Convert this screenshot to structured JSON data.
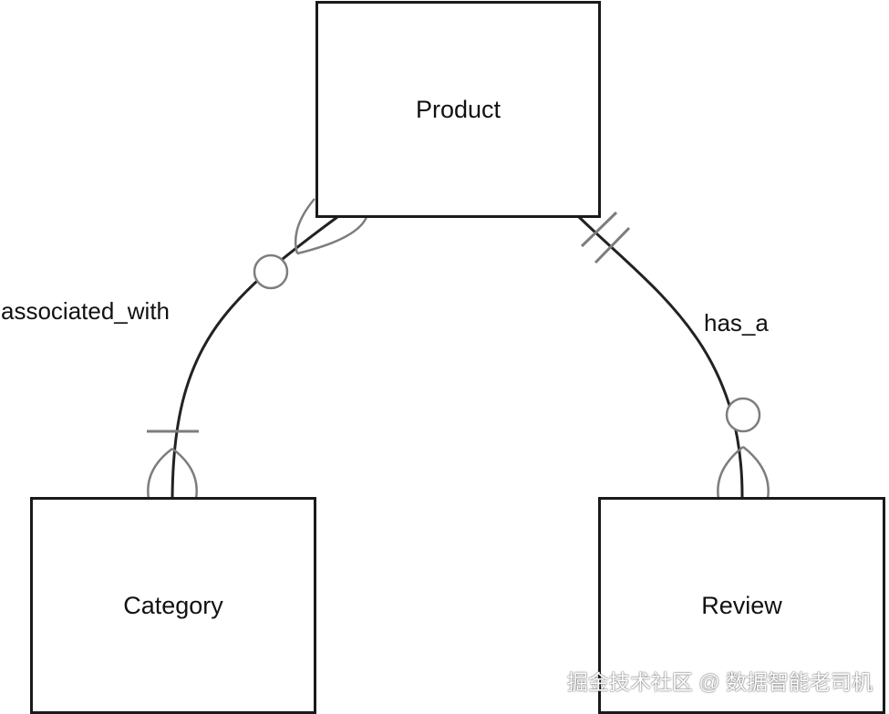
{
  "diagram": {
    "type": "entity-relationship",
    "entities": {
      "product": "Product",
      "category": "Category",
      "review": "Review"
    },
    "relationships": [
      {
        "label": "associated_with",
        "from": "Product",
        "to": "Category",
        "from_end": "zero-or-many",
        "to_end": "one-or-many"
      },
      {
        "label": "has_a",
        "from": "Product",
        "to": "Review",
        "from_end": "one-and-only-one",
        "to_end": "zero-or-many"
      }
    ]
  },
  "labels": {
    "associated_with": "associated_with",
    "has_a": "has_a"
  },
  "watermark": "掘金技术社区 @ 数据智能老司机",
  "colors": {
    "line": "#222222",
    "notation": "#7a7f7c",
    "box_border": "#1a1a1a",
    "background": "#ffffff"
  }
}
